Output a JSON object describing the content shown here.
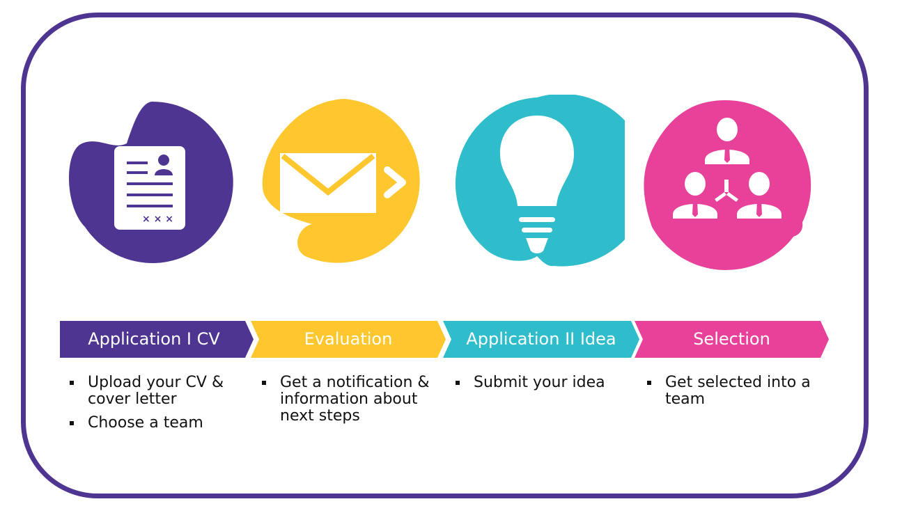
{
  "colors": {
    "frame": "#4e3591",
    "purple": "#4e3591",
    "yellow": "#fec72e",
    "teal": "#2fbdcc",
    "pink": "#e8419a"
  },
  "steps": [
    {
      "title": "Application I CV",
      "icon": "cv-document-icon",
      "color": "#4e3591",
      "bullets": [
        "Upload your CV & cover letter",
        "Choose a team"
      ]
    },
    {
      "title": "Evaluation",
      "icon": "envelope-icon",
      "color": "#fec72e",
      "bullets": [
        "Get a notification & information about next steps"
      ]
    },
    {
      "title": "Application II Idea",
      "icon": "lightbulb-icon",
      "color": "#2fbdcc",
      "bullets": [
        "Submit your idea"
      ]
    },
    {
      "title": "Selection",
      "icon": "team-icon",
      "color": "#e8419a",
      "bullets": [
        "Get selected into a team"
      ]
    }
  ]
}
